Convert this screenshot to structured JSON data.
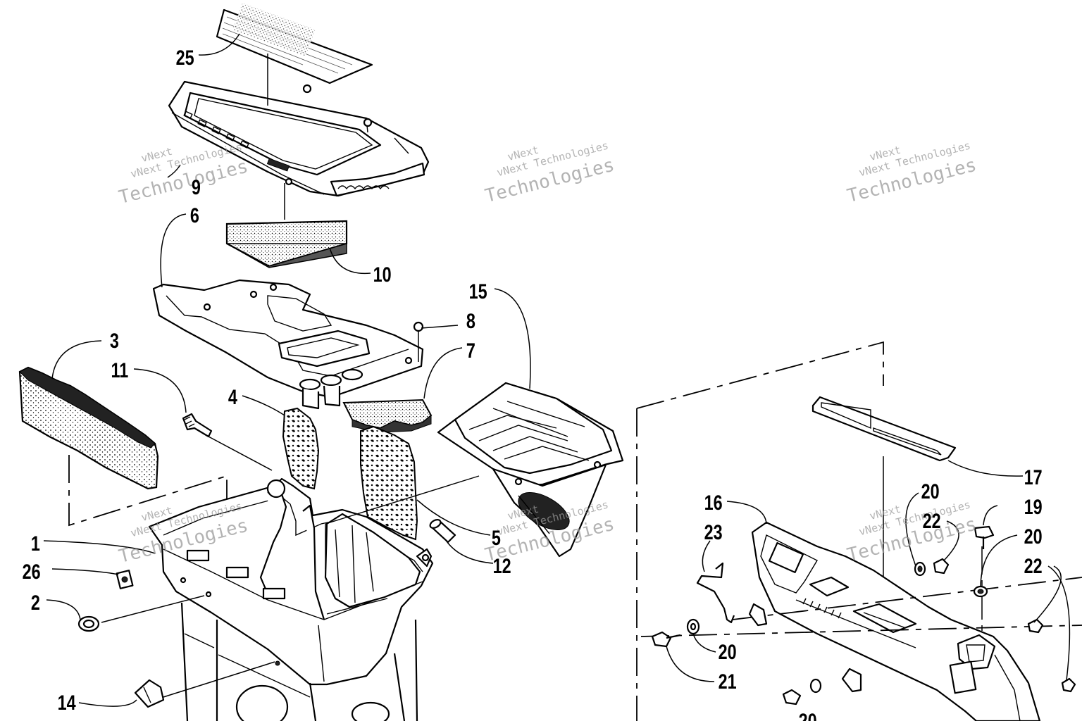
{
  "diagram": {
    "watermark": {
      "line1": "vNext",
      "line2": "vNext Technologies",
      "line3": "Technologies"
    },
    "callouts": [
      "25",
      "9",
      "6",
      "10",
      "15",
      "8",
      "7",
      "3",
      "11",
      "4",
      "17",
      "20",
      "19",
      "16",
      "22",
      "23",
      "1",
      "5",
      "26",
      "12",
      "2",
      "21",
      "14"
    ]
  }
}
